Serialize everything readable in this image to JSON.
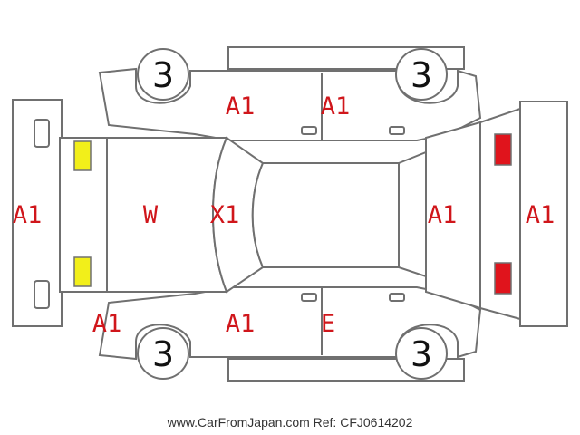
{
  "colors": {
    "outline": "#707070",
    "label": "#d0161b",
    "front_lights": "#f2ef1a",
    "rear_lights": "#e0141c"
  },
  "wheels": {
    "front_left": "3",
    "rear_left": "3",
    "front_right": "3",
    "rear_right": "3"
  },
  "labels": {
    "front_bumper": "A1",
    "hood": "W",
    "windshield": "X1",
    "left_front_door": "A1",
    "left_rear_door": "A1",
    "right_front_door": "A1",
    "right_rear_door": "E",
    "right_front_corner": "A1",
    "rear_hatch": "A1",
    "rear_bumper": "A1"
  },
  "footer": "www.CarFromJapan.com Ref: CFJ0614202"
}
